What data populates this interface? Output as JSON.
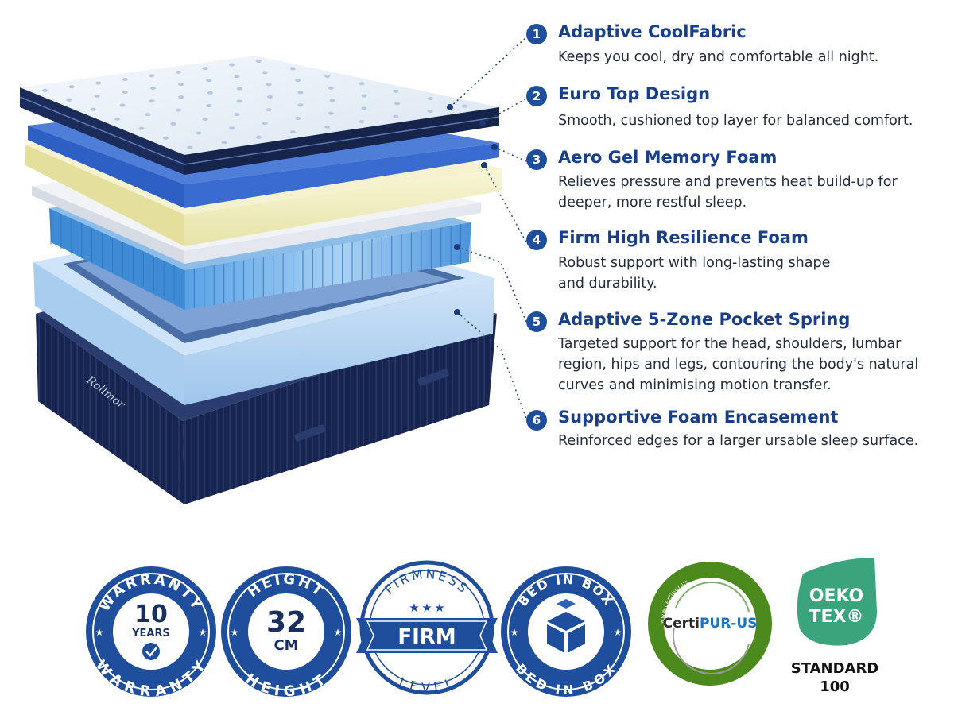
{
  "features": [
    {
      "number": "1",
      "title": "Adaptive CoolFabric",
      "description": "Keeps you cool, dry and comfortable all night."
    },
    {
      "number": "2",
      "title": "Euro Top Design",
      "description": "Smooth, cushioned top layer for balanced comfort."
    },
    {
      "number": "3",
      "title": "Aero Gel Memory Foam",
      "description": "Relieves pressure and prevents heat build-up for\ndeeper, more restful sleep."
    },
    {
      "number": "4",
      "title": "Firm High Resilience Foam",
      "description": "Robust support with long-lasting shape\nand durability."
    },
    {
      "number": "5",
      "title": "Adaptive 5-Zone Pocket Spring",
      "description": "Targeted support for the head, shoulders, lumbar\nregion, hips and legs, contouring the body's natural\ncurves and minimising motion transfer."
    },
    {
      "number": "6",
      "title": "Supportive Foam Encasement",
      "description": "Reinforced edges for a larger ursable sleep surface."
    }
  ],
  "brand_embroidery": "Rollmor",
  "badges": {
    "warranty": {
      "ring_top": "WARRANTY",
      "ring_bottom": "WARRANTY",
      "value": "10",
      "unit": "YEARS",
      "icon": "check-circle-icon"
    },
    "height": {
      "ring_top": "HEIGHT",
      "ring_bottom": "HEIGHT",
      "value": "32",
      "unit": "CM"
    },
    "firmness": {
      "ring_top": "FIRMNESS",
      "ring_bottom": "LEVEL",
      "value": "FIRM",
      "stars": 3
    },
    "bed_in_box": {
      "ring_top": "BED IN BOX",
      "ring_bottom": "BED IN BOX",
      "icon": "box-icon"
    },
    "certipur": {
      "logo_text_1": "Certi",
      "logo_text_2": "PUR-US",
      "ring_text": "www.certipur.us"
    },
    "oeko_tex": {
      "logo_line_1": "OEKO",
      "logo_line_2": "TEX®",
      "label": "STANDARD\n100"
    }
  },
  "colors": {
    "brand_blue": "#1f4f9c",
    "title_blue": "#1a3f8a",
    "navy": "#1c2c5a",
    "certipur_green": "#4d8a1e",
    "oeko_green": "#3aa57c"
  }
}
